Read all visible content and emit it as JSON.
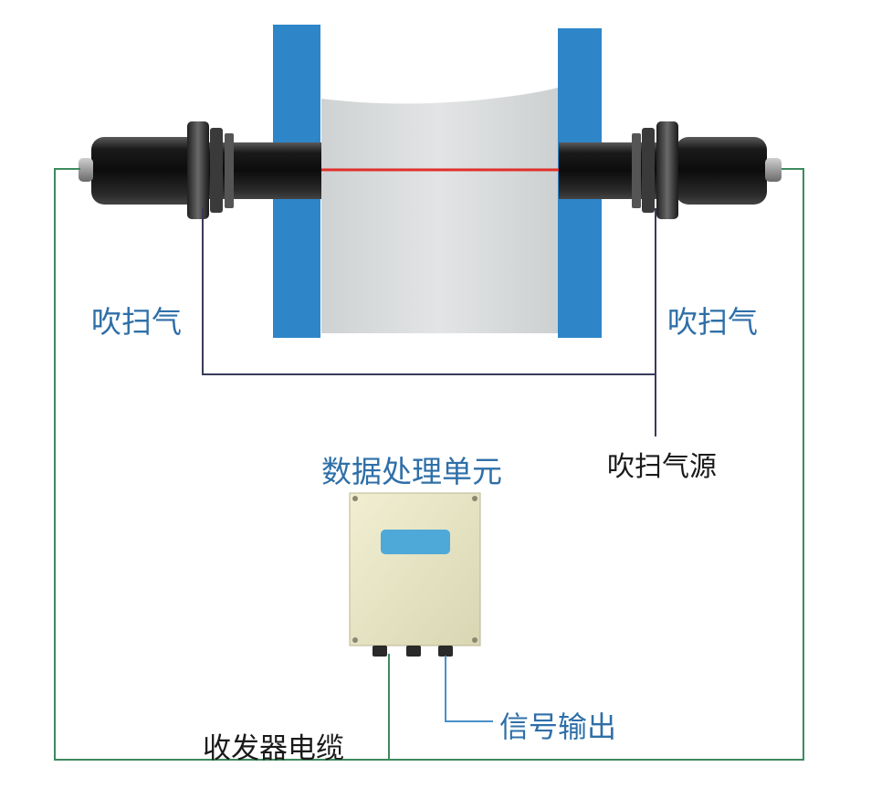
{
  "labels": {
    "purge_left": "吹扫气",
    "purge_right": "吹扫气",
    "purge_source": "吹扫气源",
    "processing_unit": "数据处理单元",
    "signal_output": "信号输出",
    "transceiver_cable": "收发器电缆"
  },
  "colors": {
    "flange": "#2e86c8",
    "duct": "#d9dcdc",
    "laser_beam": "#e0302a",
    "cable": "#3e8a5e",
    "purge_line": "#3a3a5a",
    "signal_line": "#4a90c8",
    "label_blue": "#2f6fa8",
    "enclosure": "#e8e6c4",
    "display": "#4ea8d8"
  }
}
